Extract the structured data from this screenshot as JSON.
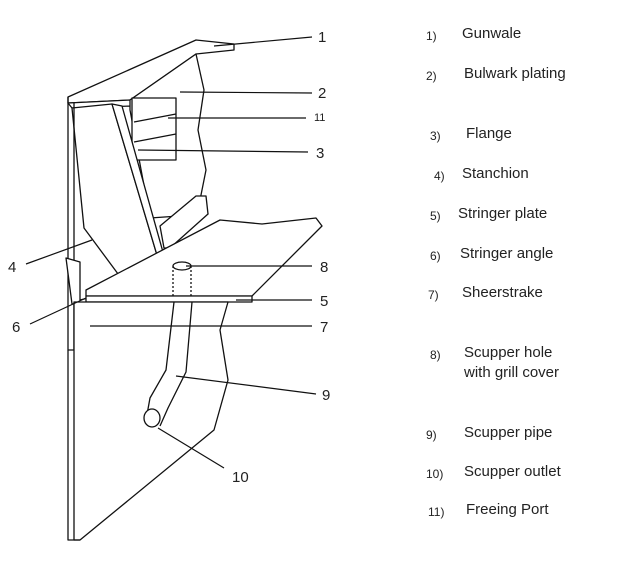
{
  "callouts": [
    "1",
    "2",
    "11",
    "3",
    "4",
    "8",
    "5",
    "6",
    "7",
    "9",
    "10"
  ],
  "legend": [
    {
      "num": "1)",
      "text": "Gunwale"
    },
    {
      "num": "2)",
      "text": "Bulwark plating"
    },
    {
      "num": "3)",
      "text": "Flange"
    },
    {
      "num": "4)",
      "text": "Stanchion"
    },
    {
      "num": "5)",
      "text": "Stringer plate"
    },
    {
      "num": "6)",
      "text": "Stringer angle"
    },
    {
      "num": "7)",
      "text": "Sheerstrake"
    },
    {
      "num": "8)",
      "text": "Scupper hole\nwith grill cover"
    },
    {
      "num": "9)",
      "text": "Scupper pipe"
    },
    {
      "num": "10)",
      "text": "Scupper outlet"
    },
    {
      "num": "11)",
      "text": "Freeing Port"
    }
  ]
}
